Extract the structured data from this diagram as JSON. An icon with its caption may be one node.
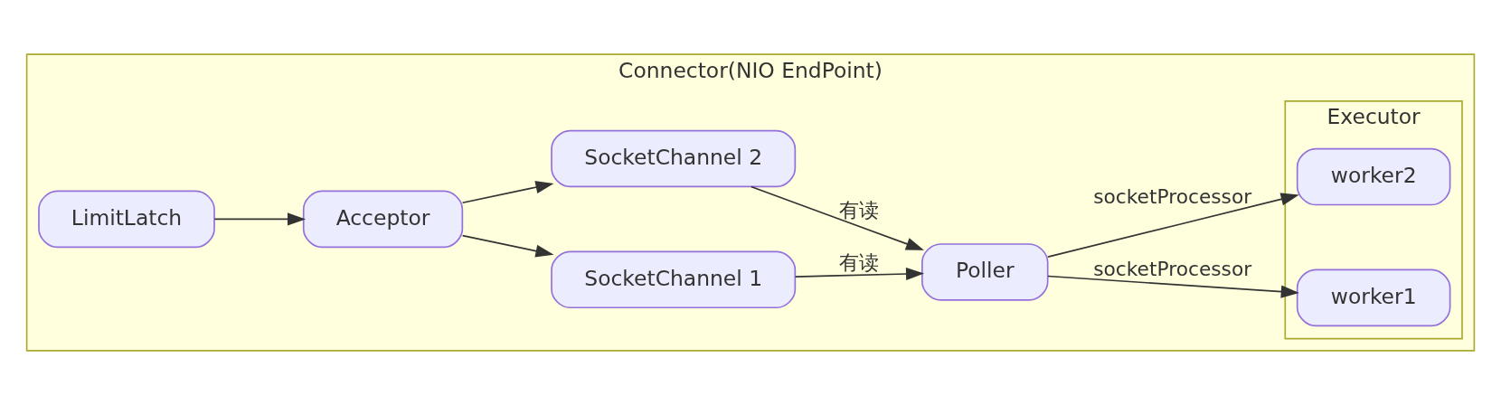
{
  "diagram": {
    "nodes": [
      {
        "text": [
          "Connector(NIO EndPoint)"
        ]
      },
      {
        "text": [
          "LimitLatch"
        ],
        "in": 0
      },
      {
        "text": [
          "Acceptor"
        ],
        "in": 0
      },
      {
        "text": [
          "SocketChannel 1"
        ],
        "in": 0
      },
      {
        "text": [
          "SocketChannel 2"
        ],
        "in": 0
      },
      {
        "text": [
          "Poller"
        ],
        "in": 0
      },
      {
        "text": [
          "Executor"
        ],
        "in": 0
      },
      {
        "text": [
          "worker1"
        ],
        "in": 6
      },
      {
        "text": [
          "worker2"
        ],
        "in": 6
      }
    ],
    "edges": [
      {
        "from": 1,
        "to": 2,
        "arrow": "to"
      },
      {
        "from": 2,
        "to": 3,
        "arrow": "to"
      },
      {
        "from": 2,
        "to": 4,
        "arrow": "to"
      },
      {
        "from": 3,
        "to": 5,
        "arrow": "to",
        "label": "有读"
      },
      {
        "from": 4,
        "to": 5,
        "arrow": "to",
        "label": "有读"
      },
      {
        "from": 5,
        "to": 7,
        "arrow": "to",
        "label": "socketProcessor"
      },
      {
        "from": 5,
        "to": 8,
        "arrow": "to",
        "label": "socketProcessor"
      }
    ]
  }
}
